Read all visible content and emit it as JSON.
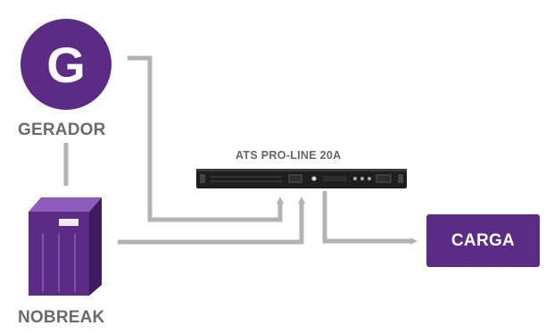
{
  "generator": {
    "letter": "G",
    "label": "GERADOR"
  },
  "ups": {
    "label": "NOBREAK"
  },
  "ats": {
    "title": "ATS PRO-LINE 20A"
  },
  "load": {
    "label": "CARGA"
  },
  "colors": {
    "purple": "#5c2b86",
    "wire": "#b3b3b3",
    "label": "#6b6b6b"
  }
}
